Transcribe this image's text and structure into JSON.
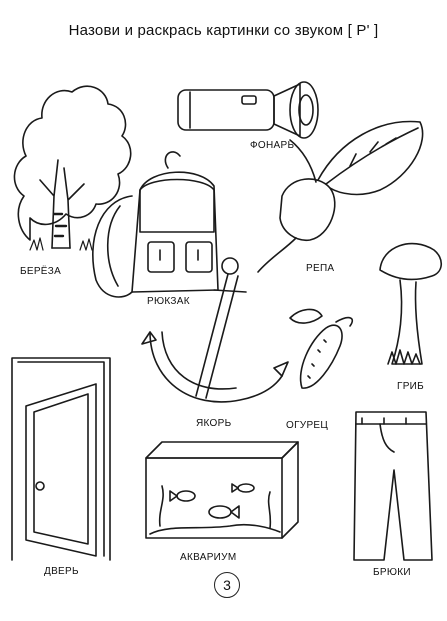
{
  "title": "Назови и раскрась картинки со звуком  [ Р' ]",
  "items": [
    {
      "label": "БЕРЁЗА"
    },
    {
      "label": "ФОНАРЬ"
    },
    {
      "label": "РЮКЗАК"
    },
    {
      "label": "РЕПА"
    },
    {
      "label": "ГРИБ"
    },
    {
      "label": "ЯКОРЬ"
    },
    {
      "label": "ОГУРЕЦ"
    },
    {
      "label": "ДВЕРЬ"
    },
    {
      "label": "АКВАРИУМ"
    },
    {
      "label": "БРЮКИ"
    }
  ],
  "page_number": "3"
}
